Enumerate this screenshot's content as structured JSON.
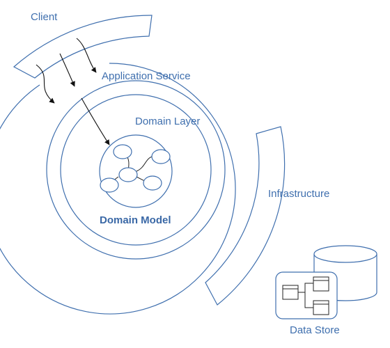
{
  "labels": {
    "client": "Client",
    "application_service": "Application Service",
    "domain_layer": "Domain Layer",
    "domain_model": "Domain Model",
    "infrastructure": "Infrastructure",
    "data_store": "Data Store"
  },
  "colors": {
    "stroke": "#3f6fae",
    "label": "#3f6fae",
    "arrow": "#111111"
  }
}
